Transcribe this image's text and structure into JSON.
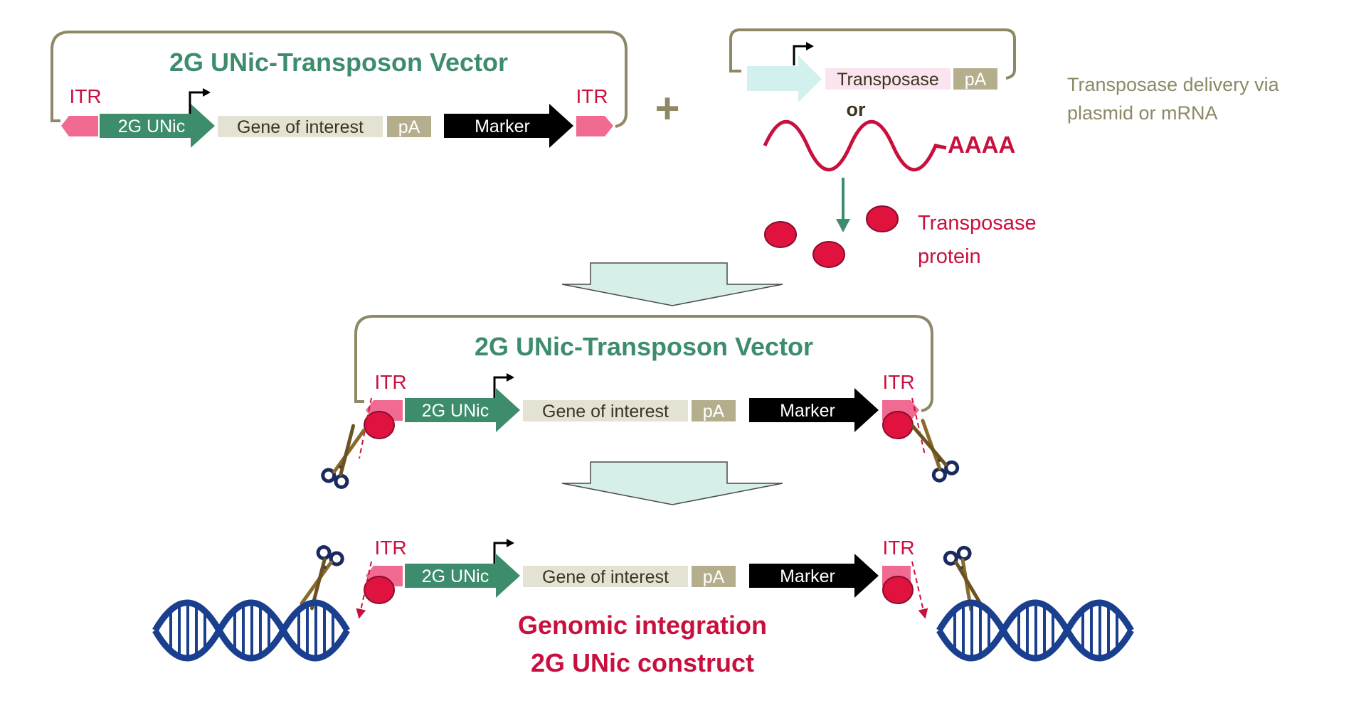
{
  "colors": {
    "frame": "#8d8865",
    "itr_text": "#c8103e",
    "itr_box": "#f06a91",
    "promoter": "#3d8c6c",
    "gene_box": "#e4e2d3",
    "pa_box": "#b4ae8d",
    "marker": "#000000",
    "transposase_box": "#fbe4ef",
    "transposase_arrow": "#d2f0ee",
    "red": "#c8103e",
    "title_green": "#3d8c6c",
    "delivery_text": "#8d8865",
    "dna": "#1a3f8f",
    "flow_arrow": "#d6efe9"
  },
  "vector1": {
    "title": "2G UNic-Transposon Vector",
    "itr_left": "ITR",
    "itr_right": "ITR",
    "promoter": "2G UNic",
    "gene": "Gene of interest",
    "pa": "pA",
    "marker": "Marker"
  },
  "plus": "+",
  "transposase_plasmid": {
    "gene": "Transposase",
    "pa": "pA"
  },
  "or_text": "or",
  "mrna_tail": "AAAA",
  "delivery_note": {
    "line1": "Transposase delivery via",
    "line2": "plasmid or mRNA"
  },
  "protein_label": {
    "line1": "Transposase",
    "line2": "protein"
  },
  "vector2": {
    "title": "2G UNic-Transposon Vector",
    "itr_left": "ITR",
    "itr_right": "ITR",
    "promoter": "2G UNic",
    "gene": "Gene of interest",
    "pa": "pA",
    "marker": "Marker"
  },
  "integrated": {
    "itr_left": "ITR",
    "itr_right": "ITR",
    "promoter": "2G UNic",
    "gene": "Gene of interest",
    "pa": "pA",
    "marker": "Marker",
    "caption_line1": "Genomic integration",
    "caption_line2": "2G UNic construct"
  }
}
